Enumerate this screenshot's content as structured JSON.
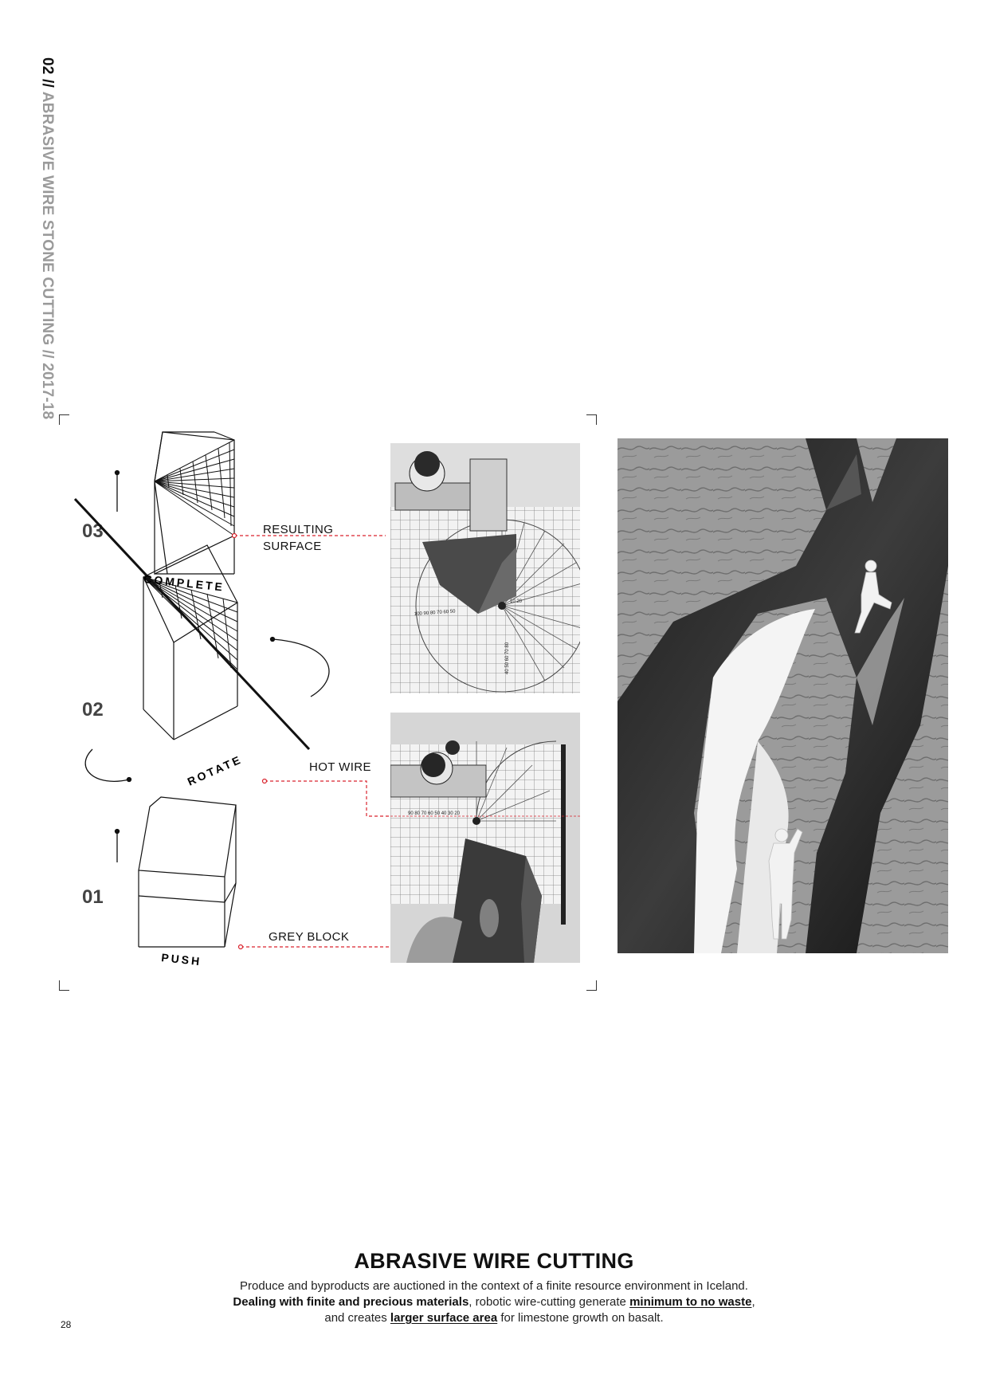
{
  "side_title": {
    "number": "02 //",
    "text": "ABRASIVE WIRE STONE CUTTING // 2017-18"
  },
  "diagram": {
    "steps": [
      {
        "number": "03",
        "action": "COMPLETE"
      },
      {
        "number": "02",
        "action": "ROTATE"
      },
      {
        "number": "01",
        "action": "PUSH"
      }
    ],
    "callouts": {
      "resulting_surface_1": "RESULTING",
      "resulting_surface_2": "SURFACE",
      "hot_wire": "HOT WIRE",
      "grey_block": "GREY BLOCK"
    }
  },
  "photo_scales": {
    "top_left": "100 90 80 70 60 50",
    "top_right": "10 20",
    "top_vertical": "40 50 60 70 80",
    "bottom": "90 80 70 60 50 40 30 20"
  },
  "caption": {
    "title": "ABRASIVE WIRE CUTTING",
    "line1": "Produce and byproducts are auctioned in the context of a finite resource environment in Iceland.",
    "line2_bold": "Dealing with finite and precious materials",
    "line2_mid": ", robotic wire-cutting generate ",
    "line2_u": "minimum to no waste",
    "line2_end": ",",
    "line3_start": "and creates ",
    "line3_u": "larger surface area",
    "line3_end": " for limestone growth on basalt."
  },
  "page_number": "28",
  "colors": {
    "accent_red": "#d9232d",
    "grey_text": "#9a9a9a"
  }
}
